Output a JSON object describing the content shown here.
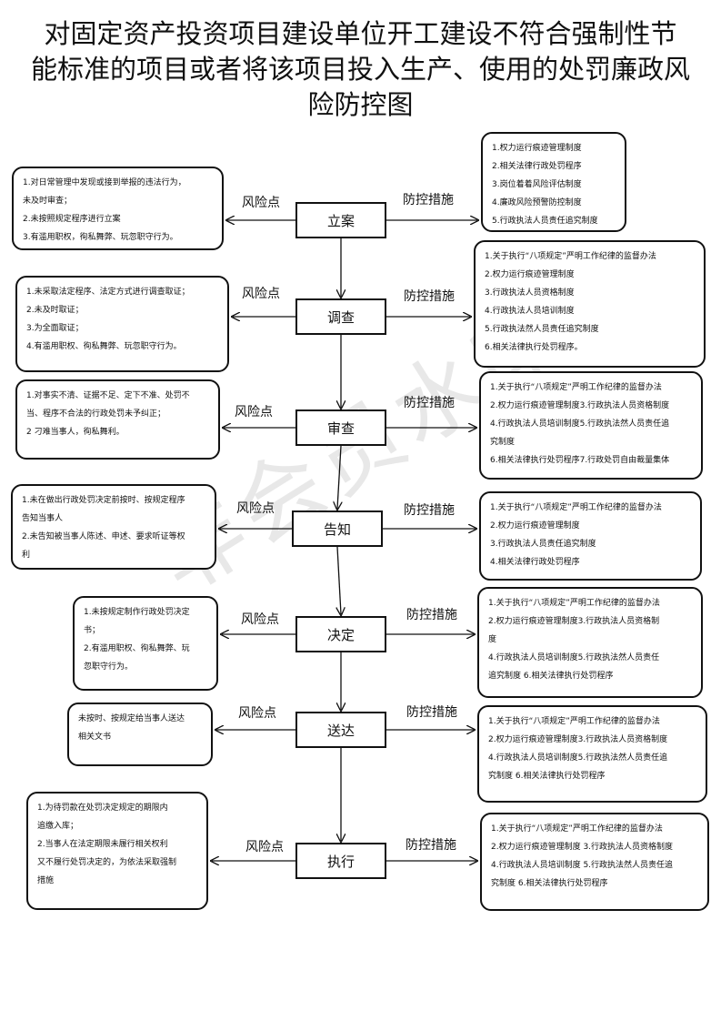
{
  "title_lines": [
    "对固定资产投资项目建设单位开工建设不符合强制性节",
    "能标准的项目或者将该项目投入生产、使用的处罚廉政风",
    "险防控图"
  ],
  "watermark": "非会员水印",
  "risk_label": "风险点",
  "control_label": "防控措施",
  "steps": [
    {
      "name": "立案",
      "risks": [
        "1.对日常管理中发现或接到举报的违法行为，",
        "未及时审查；",
        "2.未按照规定程序进行立案",
        "3.有滥用职权，徇私舞弊、玩忽职守行为。"
      ],
      "controls": [
        "1.权力运行痕迹管理制度",
        "2.相关法律行政处罚程序",
        "3.岗位着着风险评估制度",
        "4.廉政风险预警防控制度",
        "5.行政执法人员责任追究制度"
      ]
    },
    {
      "name": "调查",
      "risks": [
        "1.未采取法定程序、法定方式进行调查取证；",
        "2.未及时取证；",
        "3.为全面取证；",
        "4.有滥用职权、徇私舞弊、玩忽职守行为。"
      ],
      "controls": [
        "1.关于执行“八项规定”严明工作纪律的监督办法",
        "2.权力运行痕迹管理制度",
        "3.行政执法人员资格制度",
        "4.行政执法人员培训制度",
        "5.行政执法然人员责任追究制度",
        "6.相关法律执行处罚程序。"
      ]
    },
    {
      "name": "审查",
      "risks": [
        "1.对事实不清、证据不足、定下不准、处罚不",
        "当、程序不合法的行政处罚未予纠正；",
        "2 刁难当事人，徇私舞利。"
      ],
      "controls": [
        "1.关于执行“八项规定”严明工作纪律的监督办法",
        "2.权力运行痕迹管理制度3.行政执法人员资格制度",
        "4.行政执法人员培训制度5.行政执法然人员责任追",
        "究制度",
        "6.相关法律执行处罚程序7.行政处罚自由裁量集体"
      ]
    },
    {
      "name": "告知",
      "risks": [
        "1.未在做出行政处罚决定前按时、按规定程序",
        "告知当事人",
        "2.未告知被当事人陈述、申述、要求听证等权",
        "利"
      ],
      "controls": [
        "1.关于执行“八项规定”严明工作纪律的监督办法",
        "2.权力运行痕迹管理制度",
        "3.行政执法人员责任追究制度",
        "4.相关法律行政处罚程序"
      ]
    },
    {
      "name": "决定",
      "risks": [
        "1.未按规定制作行政处罚决定",
        "书；",
        "2.有滥用职权、徇私舞弊、玩",
        "忽职守行为。"
      ],
      "controls": [
        "1.关于执行“八项规定”严明工作纪律的监督办法",
        "2.权力运行痕迹管理制度3.行政执法人员资格制",
        "度",
        "4.行政执法人员培训制度5.行政执法然人员责任",
        "追究制度 6.相关法律执行处罚程序"
      ]
    },
    {
      "name": "送达",
      "risks": [
        "未按时、按规定给当事人送达",
        "相关文书"
      ],
      "controls": [
        "1.关于执行“八项规定”严明工作纪律的监督办法",
        "2.权力运行痕迹管理制度3.行政执法人员资格制度",
        "4.行政执法人员培训制度5.行政执法然人员责任追",
        "究制度 6.相关法律执行处罚程序"
      ]
    },
    {
      "name": "执行",
      "risks": [
        "1.为待罚款在处罚决定规定的期限内",
        "追缴入库；",
        "2.当事人在法定期限未履行相关权利",
        "又不履行处罚决定的，为依法采取强制",
        "措施"
      ],
      "controls": [
        "1.关于执行“八项规定”严明工作纪律的监督办法",
        "2.权力运行痕迹管理制度 3.行政执法人员资格制度",
        "4.行政执法人员培训制度 5.行政执法然人员责任追",
        "究制度 6.相关法律执行处罚程序"
      ]
    }
  ]
}
